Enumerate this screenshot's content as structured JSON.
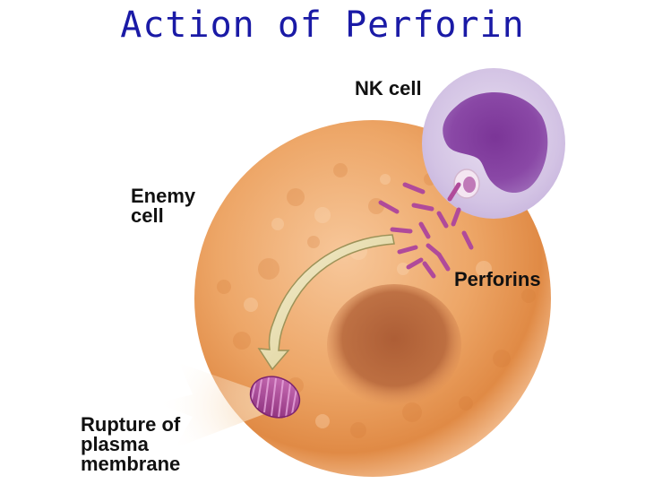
{
  "title": "Action of Perforin",
  "labels": {
    "nk_cell": "NK cell",
    "enemy_cell": [
      "Enemy",
      "cell"
    ],
    "perforins": "Perforins",
    "rupture": [
      "Rupture of",
      "plasma",
      "membrane"
    ]
  },
  "colors": {
    "title": "#1a1aa6",
    "enemy_cell": "#e59a55",
    "enemy_nucleus": "#a85a35",
    "nk_cell": "#d9cbe6",
    "nk_nucleus": "#6a2a8a",
    "perforin": "#b04a9a",
    "arrow": "#efe6b8"
  }
}
